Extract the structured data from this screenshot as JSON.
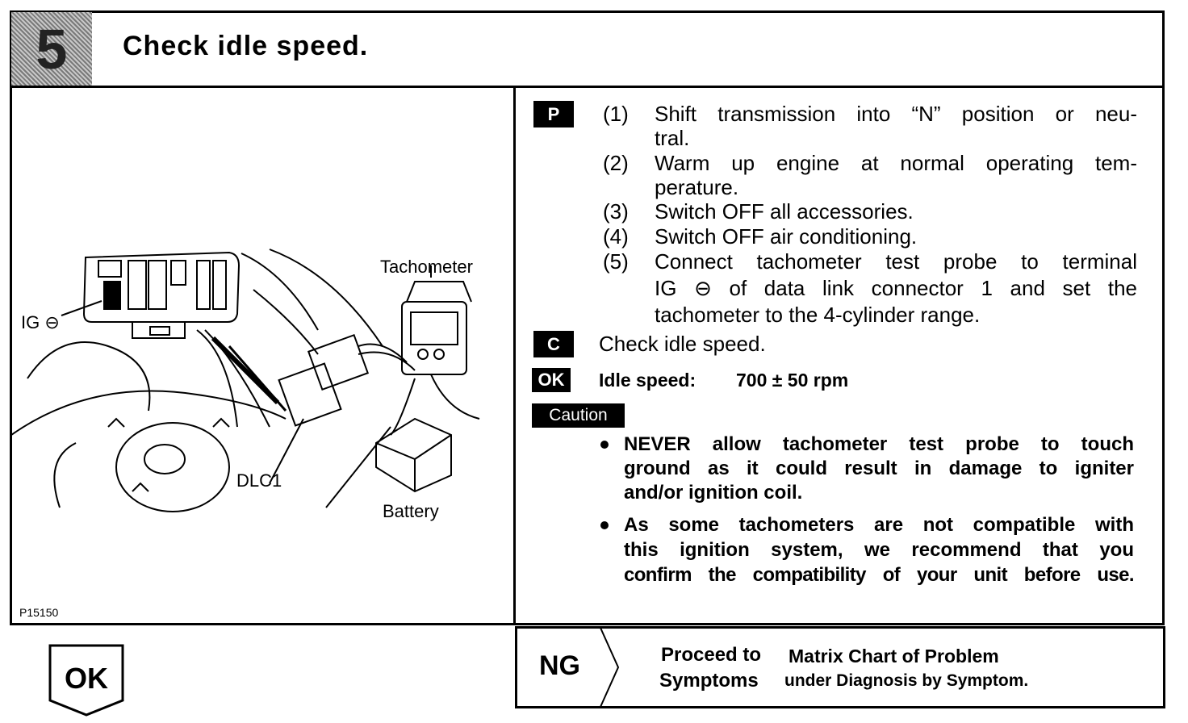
{
  "step": {
    "number": "5",
    "title": "Check idle speed."
  },
  "figure": {
    "labels": {
      "ig": "IG ⊖",
      "tachometer": "Tachometer",
      "dlc1": "DLC1",
      "battery": "Battery"
    },
    "code": "P15150"
  },
  "instructions": {
    "prep_tag": "P",
    "steps": [
      {
        "num": "(1)",
        "lines": [
          "Shift transmission into “N” position or neu-",
          "tral."
        ]
      },
      {
        "num": "(2)",
        "lines": [
          "Warm up engine at normal operating tem-",
          "perature."
        ]
      },
      {
        "num": "(3)",
        "lines": [
          "Switch OFF all accessories."
        ]
      },
      {
        "num": "(4)",
        "lines": [
          "Switch OFF air conditioning."
        ]
      },
      {
        "num": "(5)",
        "lines": [
          "Connect tachometer test probe to terminal",
          "IG ⊖ of data link connector 1 and set the",
          "tachometer to the 4-cylinder range."
        ]
      }
    ],
    "check_tag": "C",
    "check_text": "Check idle speed.",
    "ok_tag": "OK",
    "spec_label": "Idle speed:",
    "spec_value": "700 ± 50 rpm",
    "caution_tag": "Caution",
    "cautions": [
      [
        "NEVER allow tachometer test probe to touch",
        "ground as it could result in damage to igniter",
        "and/or ignition coil."
      ],
      [
        "As some tachometers are not compatible with",
        "this ignition system, we recommend that you",
        "confirm the compatibility of your unit before use."
      ]
    ]
  },
  "results": {
    "ok_label": "OK",
    "ng_label": "NG",
    "ng_text_1a": "Proceed to",
    "ng_text_1b": "Matrix Chart of Problem",
    "ng_text_2a": "Symptoms",
    "ng_text_2b": "under Diagnosis by Symptom."
  }
}
